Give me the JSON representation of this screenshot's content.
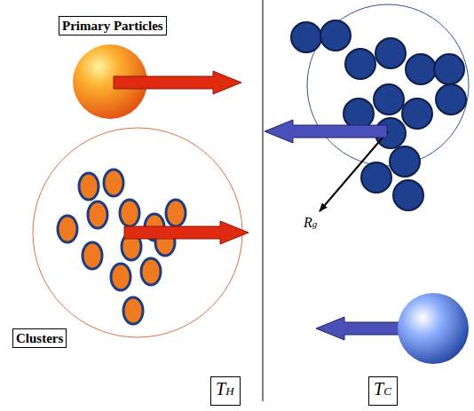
{
  "diagram": {
    "nodes": [
      {
        "text": [
          "Primary Particles"
        ]
      },
      {
        "text": [
          "Clusters"
        ]
      },
      {
        "text": [
          "TH"
        ]
      },
      {
        "text": [
          "TC"
        ]
      }
    ],
    "labels": [
      "Rg"
    ]
  }
}
